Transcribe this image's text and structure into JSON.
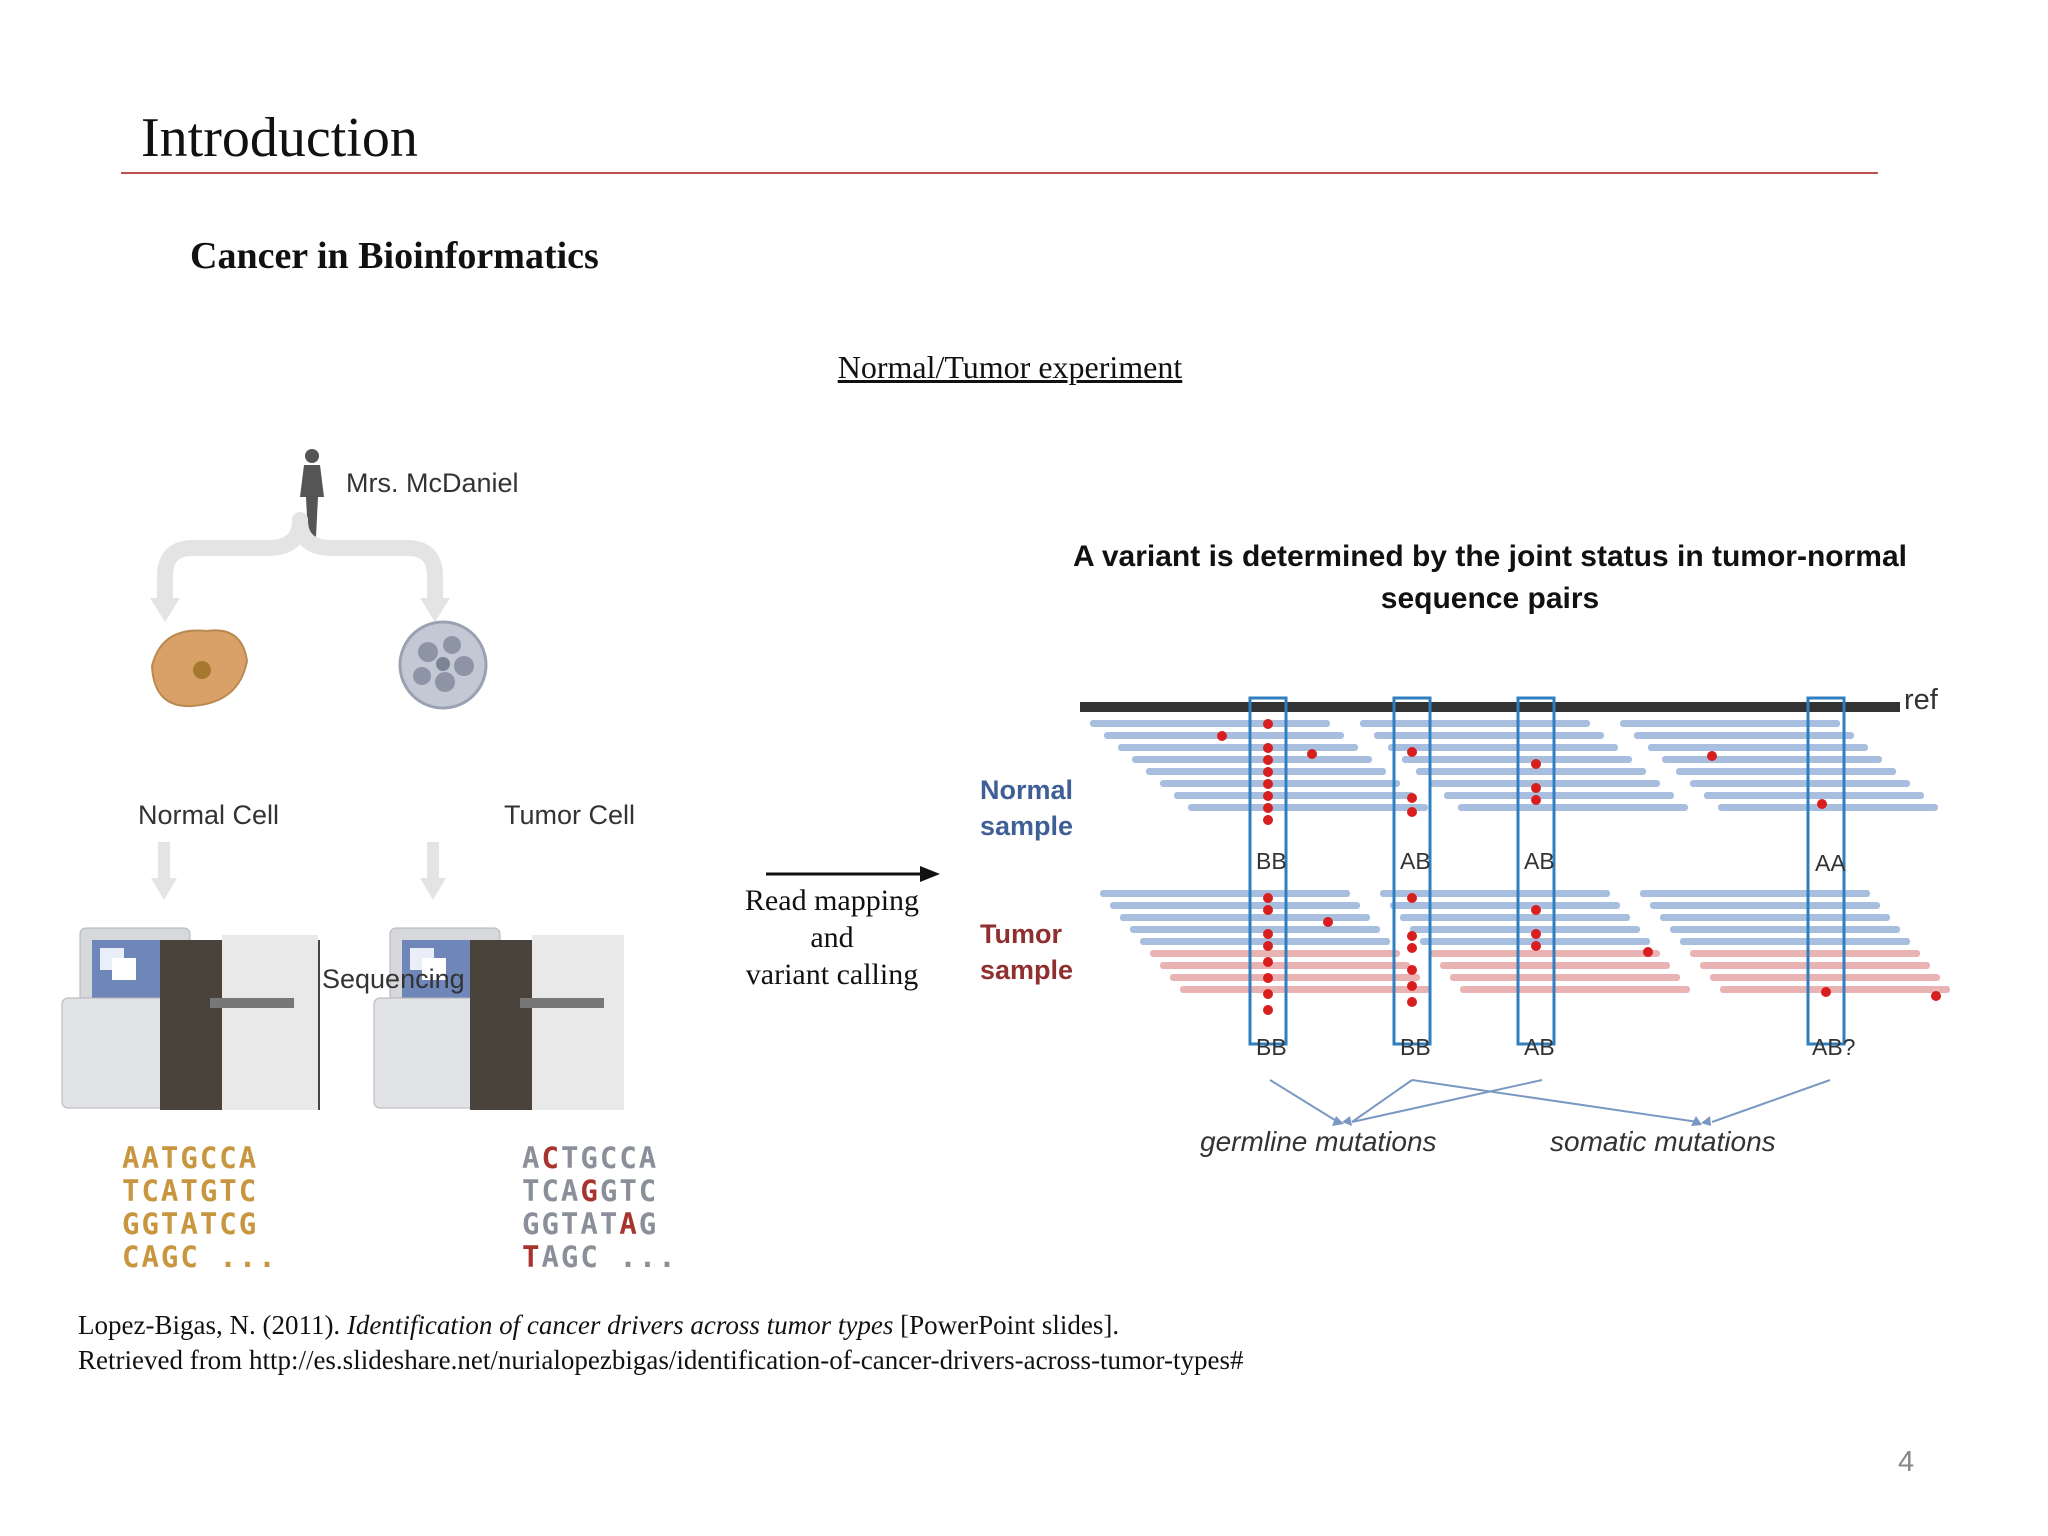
{
  "slide": {
    "title": "Introduction",
    "subtitle": "Cancer in Bioinformatics",
    "experiment_heading": "Normal/Tumor experiment",
    "page_number": "4",
    "colors": {
      "rule": "#c0504d",
      "normal_read": "#a8bedf",
      "tumor_read": "#eab3b3",
      "variant_dot": "#d81e1e",
      "box": "#2f7fc0"
    }
  },
  "left_figure": {
    "patient": "Mrs. McDaniel",
    "normal_cell": "Normal Cell",
    "tumor_cell": "Tumor Cell",
    "sequencing": "Sequencing",
    "normal_sequence": [
      "AATGCCA",
      "TCATGTC",
      "GGTATCG",
      "CAGC ..."
    ],
    "tumor_sequence": [
      [
        {
          "t": "A",
          "m": false
        },
        {
          "t": "C",
          "m": true
        },
        {
          "t": "TGCCA",
          "m": false
        }
      ],
      [
        {
          "t": "TCA",
          "m": false
        },
        {
          "t": "G",
          "m": true
        },
        {
          "t": "GTC",
          "m": false
        }
      ],
      [
        {
          "t": "GGTAT",
          "m": false
        },
        {
          "t": "A",
          "m": true
        },
        {
          "t": "G",
          "m": false
        }
      ],
      [
        {
          "t": "T",
          "m": true
        },
        {
          "t": "AGC ...",
          "m": false
        }
      ]
    ]
  },
  "middle": {
    "line1": "Read mapping",
    "line2": "and",
    "line3": "variant calling"
  },
  "right_figure": {
    "title_line1": "A variant is determined by the joint status in tumor-normal",
    "title_line2": "sequence pairs",
    "ref_label": "ref",
    "normal_label_1": "Normal",
    "normal_label_2": "sample",
    "tumor_label_1": "Tumor",
    "tumor_label_2": "sample",
    "normal_genotypes": [
      "BB",
      "AB",
      "AB",
      "AA"
    ],
    "tumor_genotypes": [
      "BB",
      "BB",
      "AB",
      "AB?"
    ],
    "germline_label": "germline mutations",
    "somatic_label": "somatic mutations"
  },
  "citation": {
    "author_year": "Lopez-Bigas, N. (2011). ",
    "work_title": "Identification of cancer drivers across tumor types",
    "medium": " [PowerPoint slides].",
    "retrieved": "Retrieved from http://es.slideshare.net/nurialopezbigas/identification-of-cancer-drivers-across-tumor-types#"
  }
}
